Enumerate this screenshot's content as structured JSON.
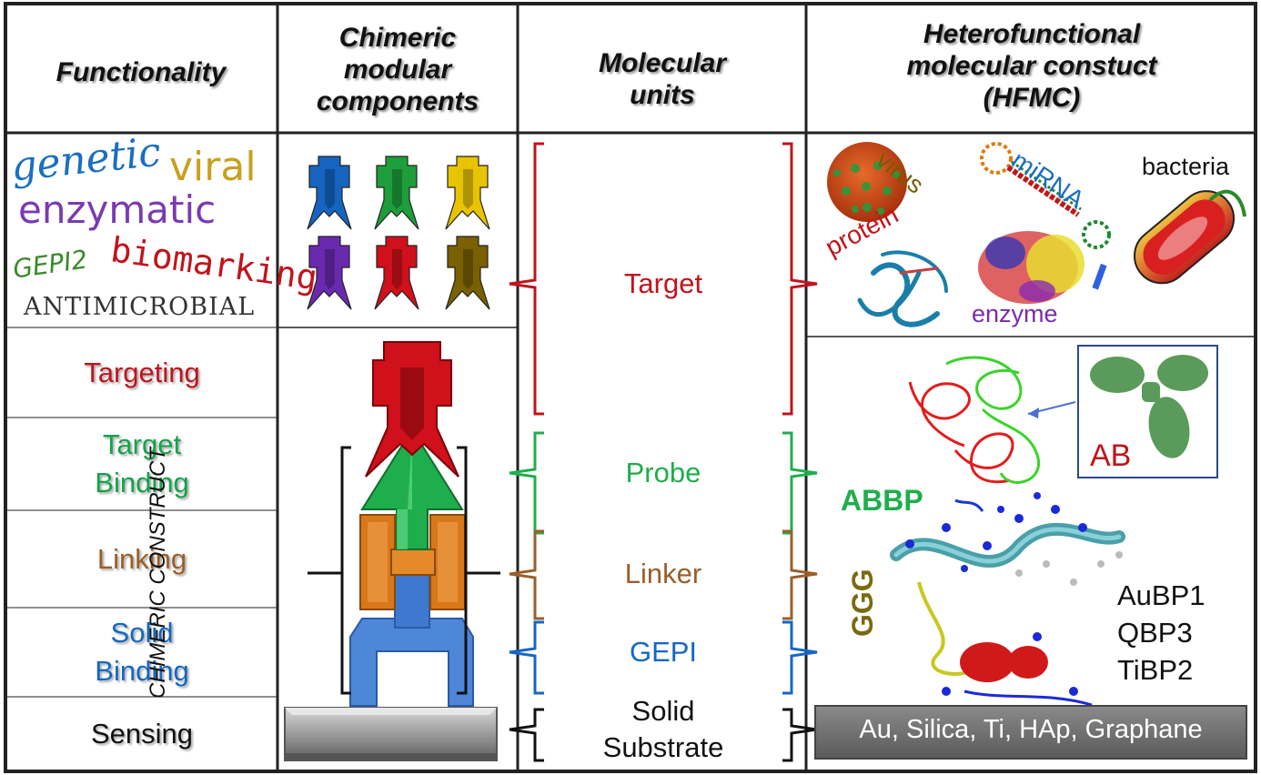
{
  "headers": {
    "functionality": "Functionality",
    "chimeric": [
      "Chimeric",
      "modular",
      "components"
    ],
    "molecular": [
      "Molecular",
      "units"
    ],
    "hfmc": [
      "Heterofunctional",
      "molecular constuct",
      "(HFMC)"
    ]
  },
  "functional_words": {
    "genetic": "genetic",
    "viral": "viral",
    "enzymatic": "enzymatic",
    "gepi2": "GEPI2",
    "biomarking": "biomarking",
    "antimicrobial": "ANTIMICROBIAL"
  },
  "functions": [
    {
      "label": [
        "Targeting"
      ],
      "color": "#c0141c"
    },
    {
      "label": [
        "Target",
        "Binding"
      ],
      "color": "#16a34a"
    },
    {
      "label": [
        "Linking"
      ],
      "color": "#9a5f2a"
    },
    {
      "label": [
        "Solid",
        "Binding"
      ],
      "color": "#1467c4"
    },
    {
      "label": [
        "Sensing"
      ],
      "color": "#111111"
    }
  ],
  "chimeric_construct_label": "CHIMERIC CONSTRUCT",
  "module_colors": [
    "#1565c0",
    "#1e9e3a",
    "#e8c400",
    "#6a2ab0",
    "#d0101a",
    "#7a6000"
  ],
  "units": [
    {
      "label": [
        "Target"
      ],
      "color": "#c0141c"
    },
    {
      "label": [
        "Probe"
      ],
      "color": "#1fae4c"
    },
    {
      "label": [
        "Linker"
      ],
      "color": "#9a5f2a"
    },
    {
      "label": [
        "GEPI"
      ],
      "color": "#1467c4"
    },
    {
      "label": [
        "Solid",
        "Substrate"
      ],
      "color": "#111111"
    }
  ],
  "hfmc_labels": {
    "virus": "virus",
    "mirna": "miRNA",
    "bacteria": "bacteria",
    "protein": "protein",
    "enzyme": "enzyme",
    "ab": "AB",
    "abbp": "ABBP",
    "ggg": "GGG",
    "peptides": [
      "AuBP1",
      "QBP3",
      "TiBP2"
    ],
    "substrate_bar": "Au, Silica, Ti, HAp, Graphane"
  }
}
